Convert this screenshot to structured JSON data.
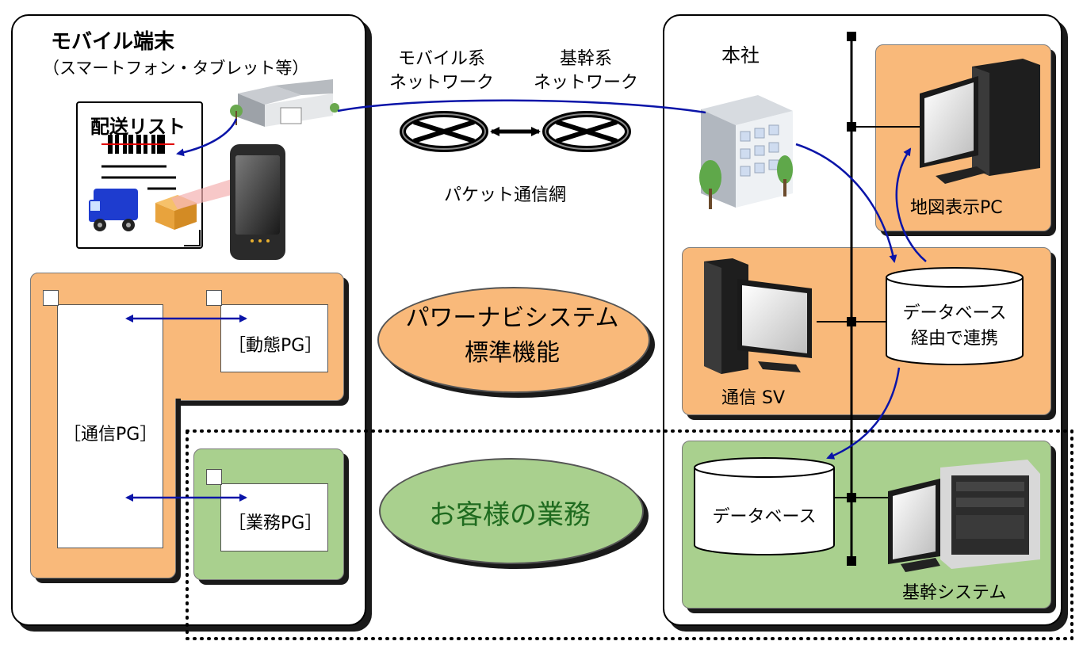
{
  "mobile": {
    "title": "モバイル端末",
    "subtitle": "（スマートフォン・タブレット等）",
    "delivery_list": "配送リスト",
    "comm_pg": "［通信PG］",
    "dynamic_pg": "［動態PG］",
    "business_pg": "［業務PG］"
  },
  "network": {
    "mobile_net_line1": "モバイル系",
    "mobile_net_line2": "ネットワーク",
    "core_net_line1": "基幹系",
    "core_net_line2": "ネットワーク",
    "packet": "パケット通信網"
  },
  "center": {
    "standard_line1": "パワーナビシステム",
    "standard_line2": "標準機能",
    "customer": "お客様の業務"
  },
  "hq": {
    "title": "本社",
    "map_pc": "地図表示PC",
    "comm_sv": "通信 SV",
    "db_link_line1": "データベース",
    "db_link_line2": "経由で連携",
    "database": "データベース",
    "core_system": "基幹システム"
  },
  "colors": {
    "orange": "#f9b97a",
    "green": "#a9d08e",
    "arrow_blue": "#0a14a8",
    "customer_text": "#1f6b1f"
  }
}
